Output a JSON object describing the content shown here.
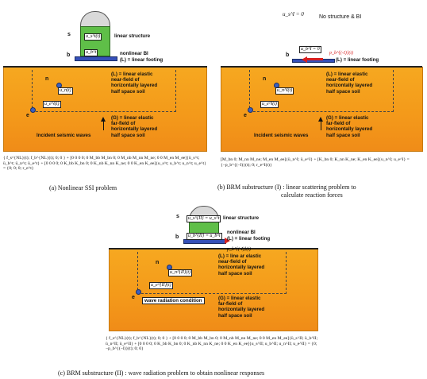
{
  "panel_a": {
    "label_s": "s",
    "label_b": "b",
    "label_n": "n",
    "label_e": "e",
    "u_s": "u_s^t(t)",
    "u_b": "u_b^t",
    "u_n": "u_n(t)",
    "u_e": "u_e^t(t)",
    "linear_structure": "linear structure",
    "nonlinear_bi": "nonlinear BI",
    "linear_footing": "(L) = linear footing",
    "near_field": "(L) = linear elastic\nnear-field of\nhorizontally layered\nhalf space soil",
    "far_field": "(G) = linear elastic\nfar-field of\nhorizontally layered\nhalf space soil",
    "incident": "Incident seismic waves",
    "equation": "{ f_s^{NL}(t); f_b^{NL}(t); 0; 0 } + [0 0 0 0; 0 M_bb M_bn 0; 0 M_nb M_nn M_ne; 0 0 M_en M_ee]{ü_s^t; ü_b^t; ü_n^t; ü_e^t} + [0 0 0 0; 0 K_bb K_bn 0; 0 K_nb K_nn K_ne; 0 0 K_en K_ee]{u_s^t; u_b^t; u_n^t; u_e^t} = {0; 0; 0; r_e^t}",
    "caption": "(a) Nonlinear SSI problem"
  },
  "panel_b": {
    "label_b": "b",
    "label_n": "n",
    "label_e": "e",
    "u_s_zero": "u_s^I = 0",
    "no_structure": "No structure & BI",
    "u_b_zero": "u_b^I = 0",
    "p_b": "p_b^{(-I)}(t)",
    "u_n": "u_n^I(t)",
    "u_e": "u_e^I(t)",
    "linear_footing": "(L) = linear footing",
    "near_field": "(L) = linear elastic\nnear-field of\nhorizontally layered\nhalf space soil",
    "far_field": "(G) = linear elastic\nfar-field of\nhorizontally layered\nhalf space soil",
    "incident": "Incident seismic waves",
    "equation": "[M_bn 0; M_nn M_ne; M_en M_ee]{ü_n^I; ü_e^I} + [K_bn 0; K_nn K_ne; K_en K_ee]{u_n^I; u_e^I} = {−p_b^{(−I)}(t); 0; r_e^I(t)}",
    "caption1": "(b) BRM substructure (I) : linear scattering problem to",
    "caption2": "calculate reaction forces"
  },
  "panel_c": {
    "label_s": "s",
    "label_b": "b",
    "label_n": "n",
    "label_e": "e",
    "u_s": "u_s^{II} = u_s^t",
    "u_b": "u_b^{II} = u_b^t",
    "p_b": "p_b^{(-I)}(t)",
    "u_n": "u_n^{II}(t)",
    "u_e": "u_e^{II}(t)",
    "linear_structure": "linear structure",
    "nonlinear_bi": "nonlinear BI",
    "linear_footing": "(L) = linear footing",
    "near_field": "(L) = line ar elastic\nnear-field of\nhorizontally layered\nhalf space soil",
    "far_field": "(G) = linear elastic\nfar-field of\nhorizontally layered\nhalf space soil",
    "wave_rad": "wave radiation condition",
    "equation": "{ f_s^{NL}(t); f_b^{NL}(t); 0; 0 } + [0 0 0 0; 0 M_bb M_bn 0; 0 M_nb M_nn M_ne; 0 0 M_en M_ee]{ü_s^II; ü_b^II; ü_n^II; ü_e^II} + [0 0 0 0; 0 K_bb K_bn 0; 0 K_nb K_nn K_ne; 0 0 K_en K_ee]{u_s^II; u_b^II; u_n^II; u_e^II} = {0; −p_b^{(−I)}(t); 0; 0}",
    "caption": "(c) BRM substructure (II) : wave radiation problem to obtain nonlinear responses"
  }
}
